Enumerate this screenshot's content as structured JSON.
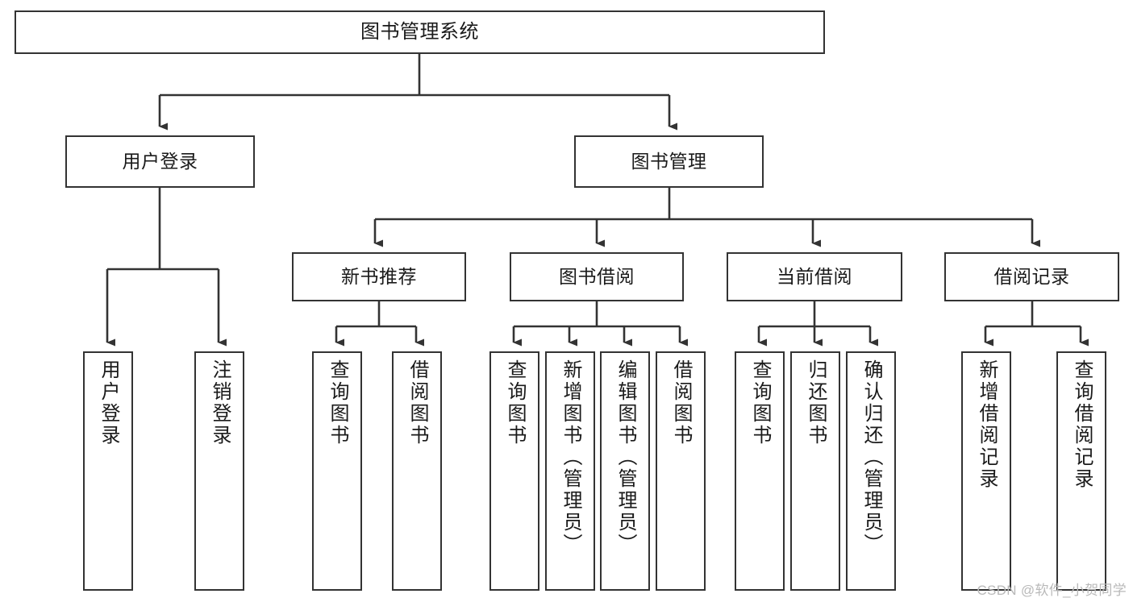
{
  "diagram": {
    "title": "图书管理系统",
    "watermark": "CSDN @软件_小贺同学",
    "colors": {
      "box_border": "#333333",
      "box_fill": "#ffffff",
      "connector": "#333333",
      "text": "#1a1a1a",
      "watermark": "#b9b9b9",
      "background": "#ffffff"
    }
  },
  "chart_data": {
    "type": "tree",
    "title": "图书管理系统",
    "orientation": "top-down",
    "levels": 4,
    "root": {
      "label": "图书管理系统",
      "children": [
        {
          "label": "用户登录",
          "children": [
            {
              "label": "用户登录"
            },
            {
              "label": "注销登录"
            }
          ]
        },
        {
          "label": "图书管理",
          "children": [
            {
              "label": "新书推荐",
              "children": [
                {
                  "label": "查询图书"
                },
                {
                  "label": "借阅图书"
                }
              ]
            },
            {
              "label": "图书借阅",
              "children": [
                {
                  "label": "查询图书"
                },
                {
                  "label": "新增图书（管理员）"
                },
                {
                  "label": "编辑图书（管理员）"
                },
                {
                  "label": "借阅图书"
                }
              ]
            },
            {
              "label": "当前借阅",
              "children": [
                {
                  "label": "查询图书"
                },
                {
                  "label": "归还图书"
                },
                {
                  "label": "确认归还（管理员）"
                }
              ]
            },
            {
              "label": "借阅记录",
              "children": [
                {
                  "label": "新增借阅记录"
                },
                {
                  "label": "查询借阅记录"
                }
              ]
            }
          ]
        }
      ]
    }
  },
  "nodes": {
    "root": {
      "label": "图书管理系统"
    },
    "level2": {
      "user_login": {
        "label": "用户登录"
      },
      "book_manage": {
        "label": "图书管理"
      }
    },
    "level3": {
      "new_book_rec": {
        "label": "新书推荐"
      },
      "book_borrow": {
        "label": "图书借阅"
      },
      "current_borrow": {
        "label": "当前借阅"
      },
      "borrow_record": {
        "label": "借阅记录"
      }
    },
    "leaves": {
      "user_login_1": {
        "label": "用户登录"
      },
      "user_login_2": {
        "label": "注销登录"
      },
      "new_book_rec_1": {
        "label": "查询图书"
      },
      "new_book_rec_2": {
        "label": "借阅图书"
      },
      "book_borrow_1": {
        "label": "查询图书"
      },
      "book_borrow_2": {
        "label": "新增图书（管理员）"
      },
      "book_borrow_3": {
        "label": "编辑图书（管理员）"
      },
      "book_borrow_4": {
        "label": "借阅图书"
      },
      "current_borrow_1": {
        "label": "查询图书"
      },
      "current_borrow_2": {
        "label": "归还图书"
      },
      "current_borrow_3": {
        "label": "确认归还（管理员）"
      },
      "borrow_record_1": {
        "label": "新增借阅记录"
      },
      "borrow_record_2": {
        "label": "查询借阅记录"
      }
    }
  }
}
